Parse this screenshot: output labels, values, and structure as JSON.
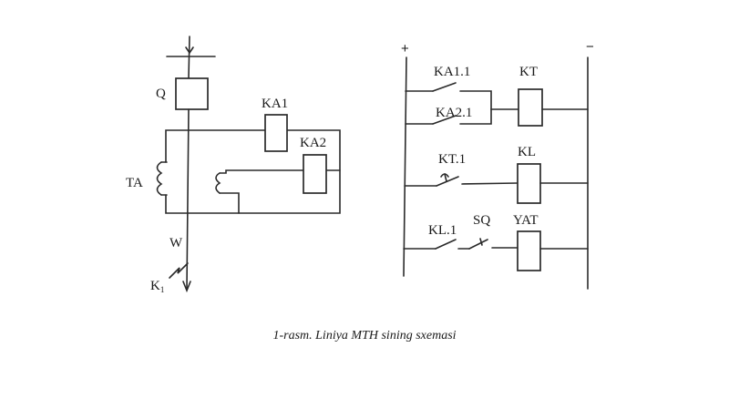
{
  "left_scheme": {
    "breaker": "Q",
    "relay_1": "KA1",
    "relay_2": "KA2",
    "current_transformer": "TA",
    "line": "W",
    "fault_point": "K",
    "fault_index": "1"
  },
  "right_scheme": {
    "plus": "+",
    "minus": "−",
    "row1": {
      "contact_a": "KA1.1",
      "contact_b": "KA2.1",
      "coil": "KT"
    },
    "row2": {
      "contact": "KT.1",
      "coil": "KL"
    },
    "row3": {
      "contact": "KL.1",
      "switch": "SQ",
      "coil": "YAT"
    }
  },
  "caption": "1-rasm. Liniya MTH sining sxemasi",
  "colors": {
    "ink": "#2a2a2a",
    "background": "#ffffff"
  }
}
